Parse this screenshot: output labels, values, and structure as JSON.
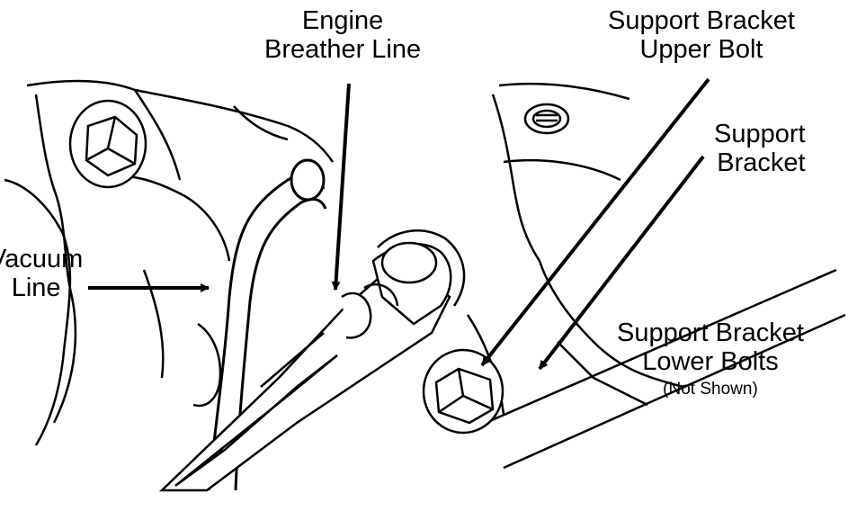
{
  "labels": {
    "engine_breather_line": [
      "Engine",
      "Breather Line"
    ],
    "support_bracket_upper_bolt": [
      "Support Bracket",
      "Upper Bolt"
    ],
    "support_bracket": [
      "Support",
      "Bracket"
    ],
    "vacuum_line": [
      "Vacuum",
      "Line"
    ],
    "support_bracket_lower_bolts": [
      "Support Bracket",
      "Lower Bolts"
    ],
    "lower_bolts_note": "(Not Shown)"
  },
  "colors": {
    "ink": "#000000",
    "paper": "#ffffff"
  }
}
